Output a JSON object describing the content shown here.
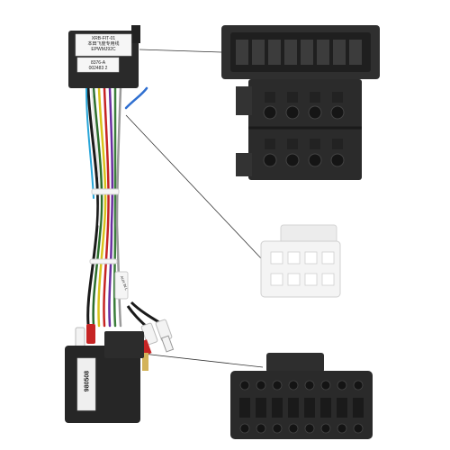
{
  "top_module": {
    "label_lines": [
      "XRB-FIT-01",
      "本田飞度专用线",
      "EPWMJ92C"
    ],
    "sticker_lines": [
      "8376-A",
      "002483 2"
    ]
  },
  "bottom_module": {
    "label_text": "980508"
  },
  "tag_text": "AUX IN L",
  "colors": {
    "background": "#ffffff",
    "connector_black": "#2b2b2b",
    "connector_white": "#f2f2f2",
    "leader_line": "#333333"
  }
}
